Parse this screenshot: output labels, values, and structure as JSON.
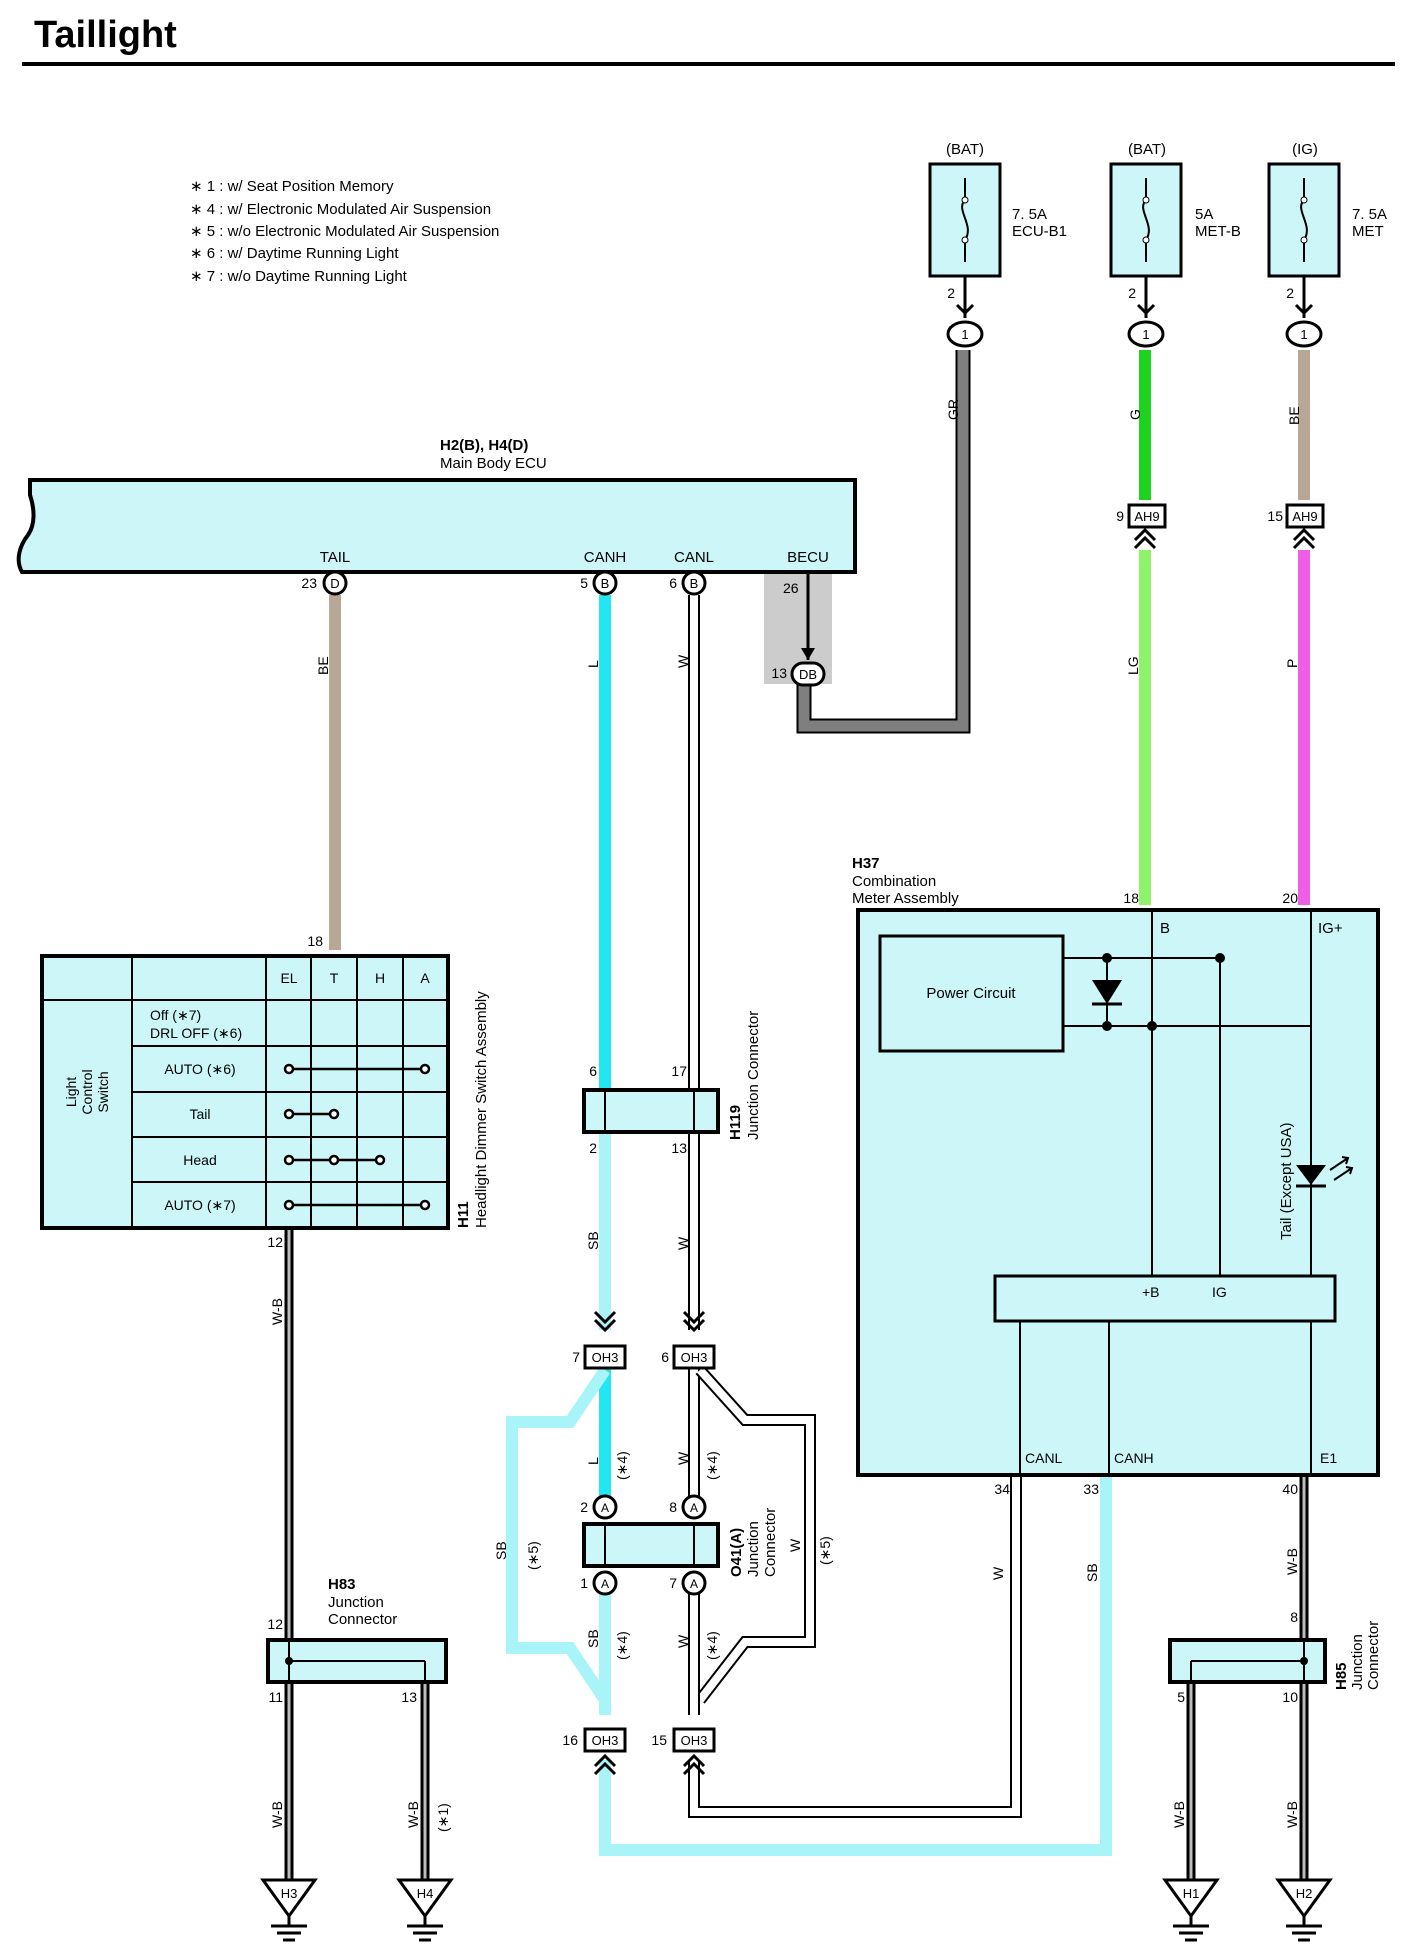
{
  "page": {
    "title": "Taillight"
  },
  "notes": [
    "∗ 1 : w/ Seat Position Memory",
    "∗ 4 : w/ Electronic Modulated Air Suspension",
    "∗ 5 : w/o Electronic Modulated Air Suspension",
    "∗ 6 : w/ Daytime Running Light",
    "∗ 7 : w/o Daytime Running Light"
  ],
  "fuses": [
    {
      "source": "(BAT)",
      "amps": "7. 5A",
      "name": "ECU-B1",
      "pin": "2",
      "conn": "1"
    },
    {
      "source": "(BAT)",
      "amps": "5A",
      "name": "MET-B",
      "pin": "2",
      "conn": "1"
    },
    {
      "source": "(IG)",
      "amps": "7. 5A",
      "name": "MET",
      "pin": "2",
      "conn": "1"
    }
  ],
  "colors": {
    "GR": "#7f7f7f",
    "G": "#1fd21f",
    "BE": "#b8a796",
    "L": "#22e6f2",
    "W": "#ffffff",
    "LG": "#8ef26a",
    "P": "#ee5ee6",
    "SB": "#a8f4f8",
    "WB": "#3a3a3a",
    "box_fill": "#ccf6f8",
    "gray_fill": "#cccccc"
  },
  "wire_labels": {
    "gr": "GR",
    "g": "G",
    "be_top": "BE",
    "be_ecu": "BE",
    "l_top": "L",
    "w_top": "W",
    "lg": "LG",
    "p": "P",
    "sb_mid": "SB",
    "w_mid": "W",
    "l_low": "L",
    "w_low": "W",
    "sb_loop": "SB",
    "w_loop": "W",
    "sb_low": "SB",
    "w_low2": "W",
    "w_34": "W",
    "sb_33": "SB",
    "wb_h11": "W-B",
    "wb_e1": "W-B",
    "wb_h3": "W-B",
    "wb_h4": "W-B",
    "wb_h1": "W-B",
    "wb_h2": "W-B"
  },
  "note_marks": {
    "n4a": "(∗4)",
    "n4b": "(∗4)",
    "n4c": "(∗4)",
    "n4d": "(∗4)",
    "n5a": "(∗5)",
    "n5b": "(∗5)",
    "n1": "(∗1)"
  },
  "ecu": {
    "ref": "H2(B), H4(D)",
    "name": "Main Body ECU",
    "terminals": [
      {
        "label": "TAIL",
        "pin": "23",
        "conn": "D"
      },
      {
        "label": "CANH",
        "pin": "5",
        "conn": "B"
      },
      {
        "label": "CANL",
        "pin": "6",
        "conn": "B"
      },
      {
        "label": "BECU",
        "pin": "26"
      }
    ],
    "db_pin": "13",
    "db_conn": "DB"
  },
  "ah9": [
    {
      "pin": "9",
      "conn": "AH9"
    },
    {
      "pin": "15",
      "conn": "AH9"
    }
  ],
  "meter": {
    "ref": "H37",
    "name_line1": "Combination",
    "name_line2": "Meter Assembly",
    "pin_b": "18",
    "pin_ig": "20",
    "term_b": "B",
    "term_ig": "IG+",
    "power_circuit": "Power Circuit",
    "lamp": "Tail (Except USA)",
    "bus_b": "+B",
    "bus_ig": "IG",
    "canl": "CANL",
    "canh": "CANH",
    "e1": "E1",
    "pin_canl": "34",
    "pin_canh": "33",
    "pin_e1": "40"
  },
  "switch": {
    "ref": "H11",
    "name": "Headlight Dimmer Switch Assembly",
    "side_label_1": "Light",
    "side_label_2": "Control",
    "side_label_3": "Switch",
    "cols": [
      "EL",
      "T",
      "H",
      "A"
    ],
    "pin_top": "18",
    "pin_bottom": "12",
    "rows": [
      "Off (∗7)",
      "DRL OFF (∗6)",
      "AUTO (∗6)",
      "Tail",
      "Head",
      "AUTO (∗7)"
    ]
  },
  "h119": {
    "ref": "H119",
    "name": "Junction Connector",
    "pins": [
      "6",
      "17",
      "2",
      "13"
    ]
  },
  "oh3": [
    {
      "pin": "7",
      "conn": "OH3"
    },
    {
      "pin": "6",
      "conn": "OH3"
    },
    {
      "pin": "16",
      "conn": "OH3"
    },
    {
      "pin": "15",
      "conn": "OH3"
    }
  ],
  "o41": {
    "ref": "O41(A)",
    "name_1": "Junction",
    "name_2": "Connector",
    "pins": [
      "2",
      "8",
      "1",
      "7"
    ],
    "conn": "A"
  },
  "h83": {
    "ref": "H83",
    "name_1": "Junction",
    "name_2": "Connector",
    "pins": [
      "12",
      "11",
      "13"
    ]
  },
  "h85": {
    "ref": "H85",
    "name_1": "Junction",
    "name_2": "Connector",
    "pins": [
      "8",
      "5",
      "10"
    ]
  },
  "grounds": [
    "H3",
    "H4",
    "H1",
    "H2"
  ]
}
